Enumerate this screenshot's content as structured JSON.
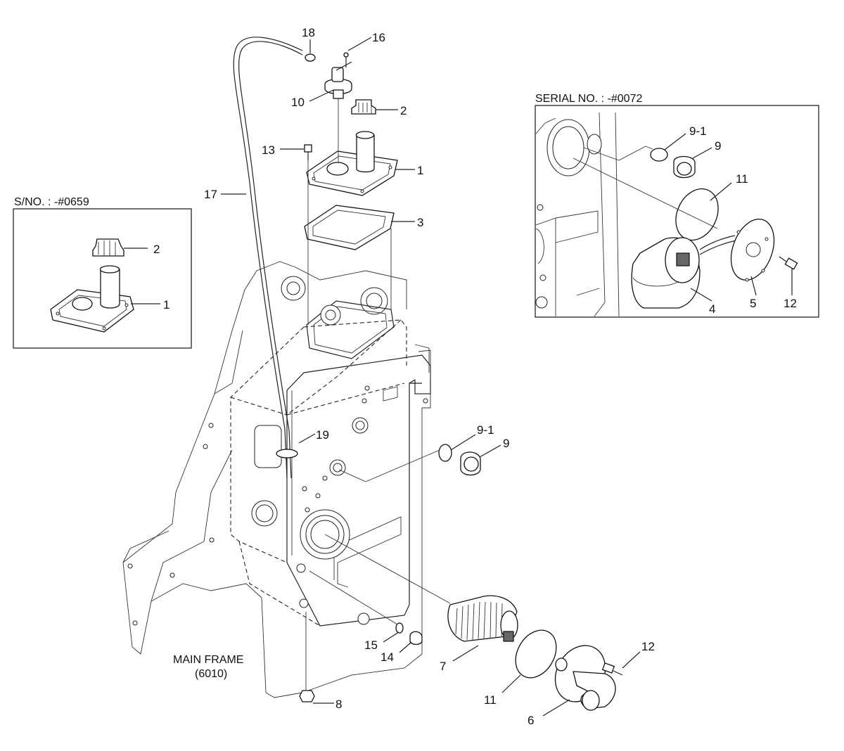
{
  "callouts": {
    "c1": "1",
    "c2": "2",
    "c3": "3",
    "c4": "4",
    "c5": "5",
    "c6": "6",
    "c7": "7",
    "c8": "8",
    "c9": "9",
    "c9_1": "9-1",
    "c10": "10",
    "c11": "11",
    "c12": "12",
    "c13": "13",
    "c14": "14",
    "c15": "15",
    "c16": "16",
    "c17": "17",
    "c18": "18",
    "c19": "19"
  },
  "inset_left": {
    "title": "S/NO. : -#0659",
    "c1": "1",
    "c2": "2"
  },
  "inset_right": {
    "title": "SERIAL NO. : -#0072",
    "c4": "4",
    "c5": "5",
    "c9": "9",
    "c9_1": "9-1",
    "c11": "11",
    "c12": "12"
  },
  "main_frame": {
    "line1": "MAIN FRAME",
    "line2": "(6010)"
  }
}
